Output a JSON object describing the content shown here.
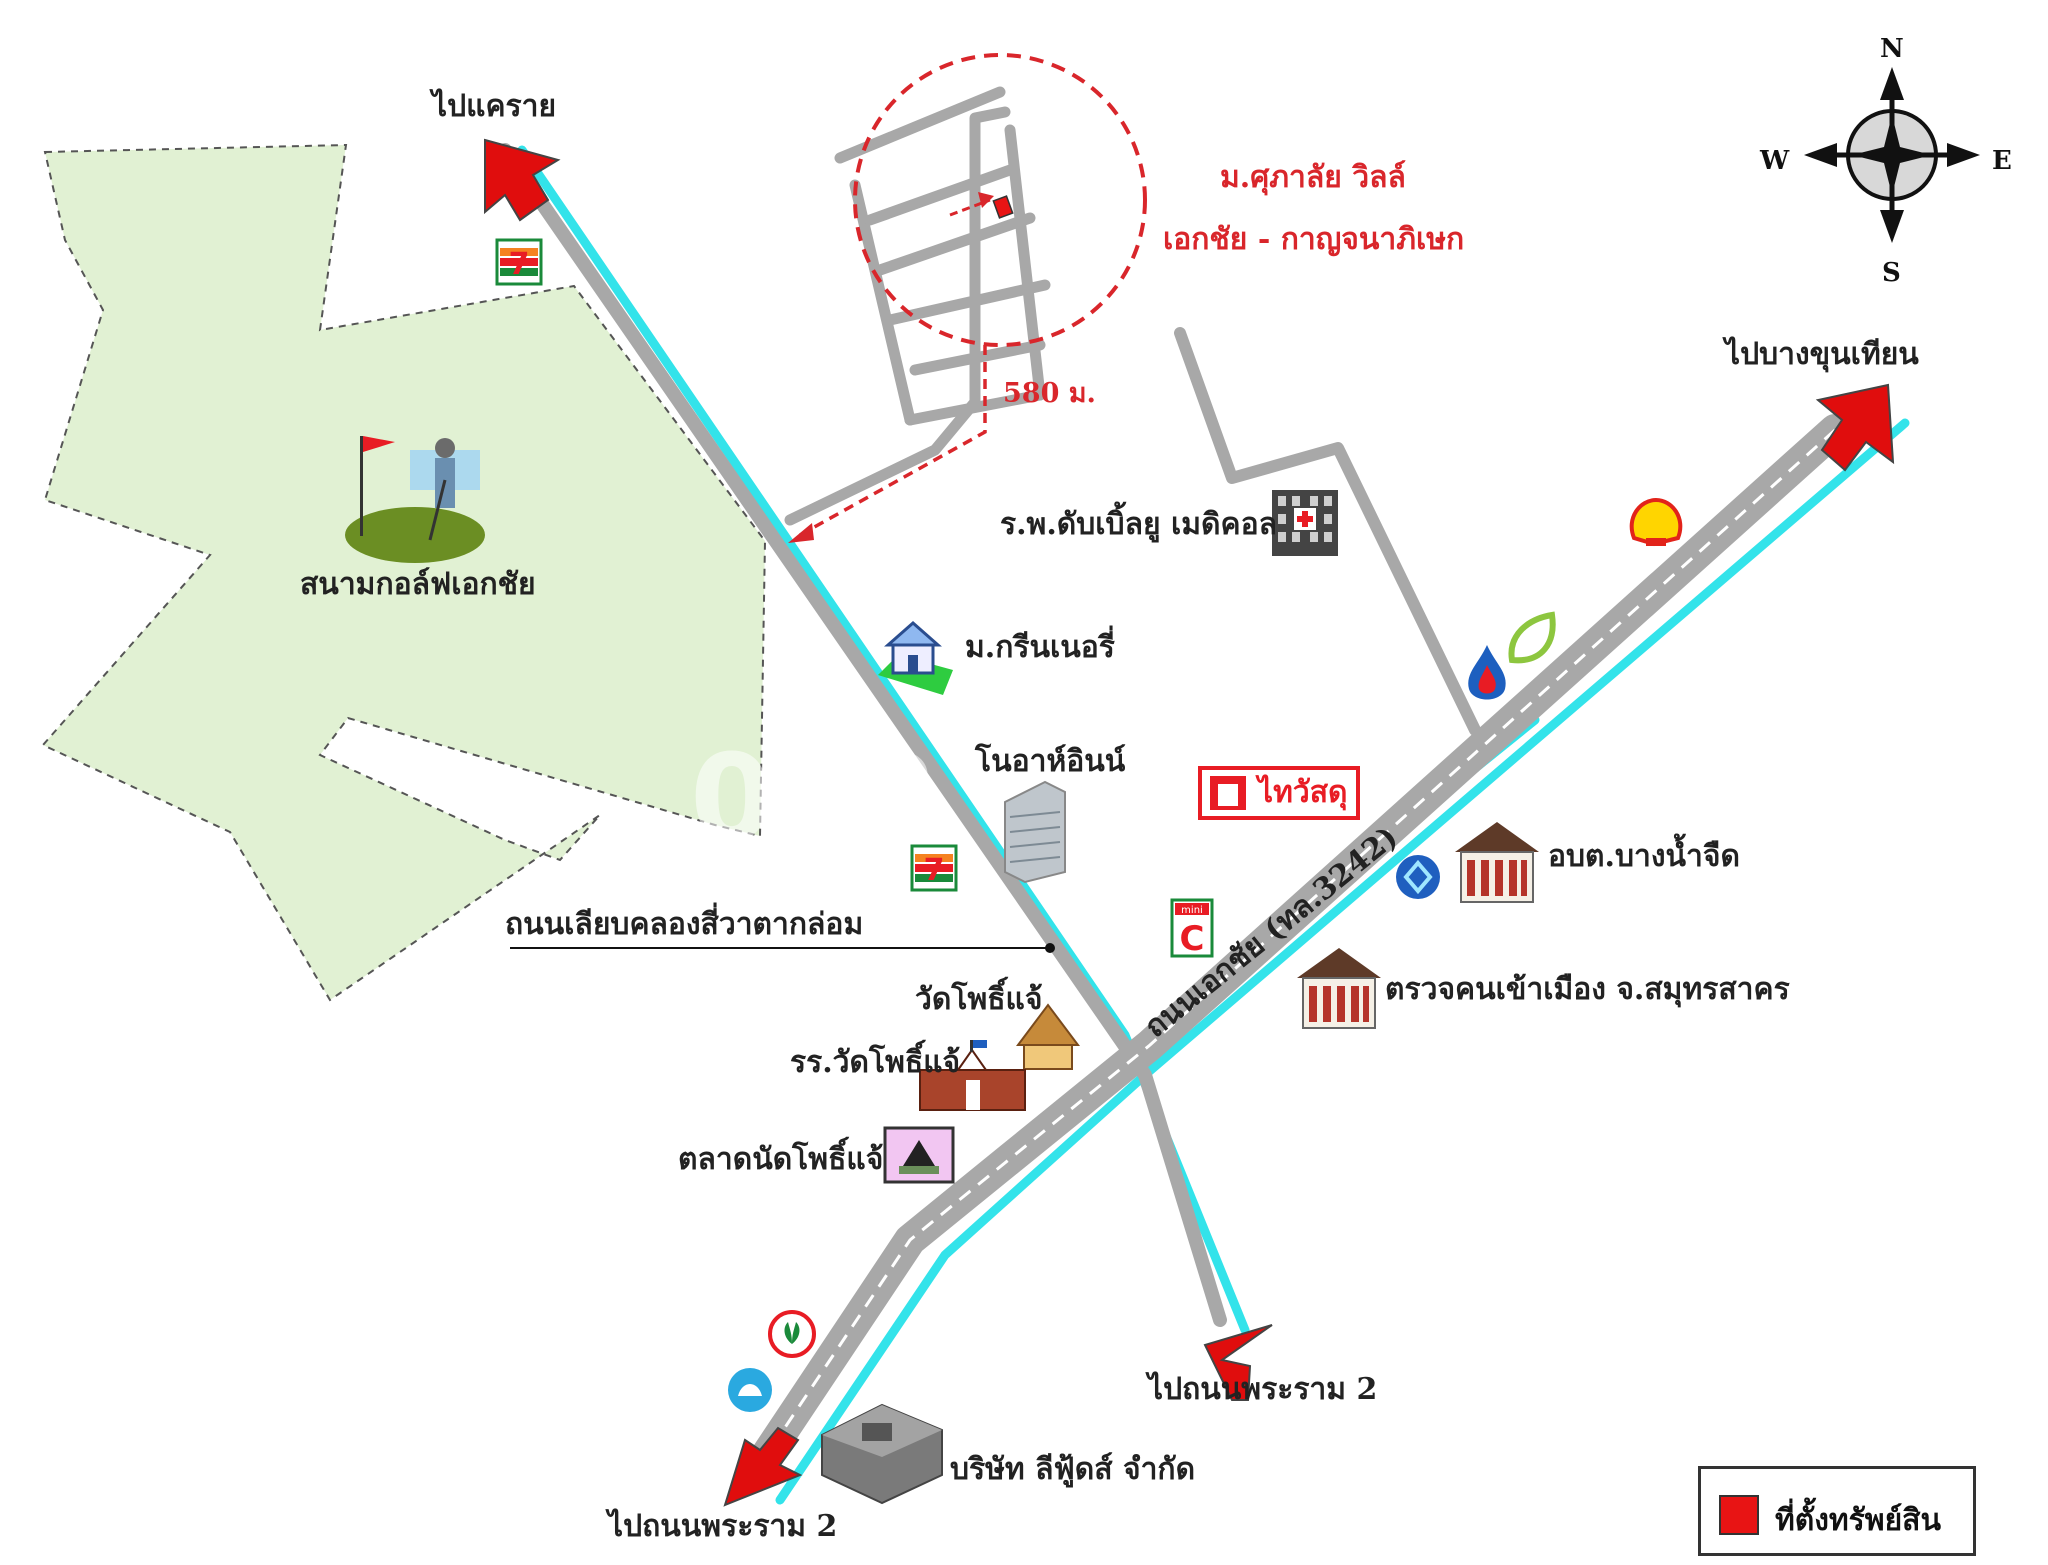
{
  "labels": {
    "to_khae_rai": "ไปแคราย",
    "village_name": "ม.ศุภาลัย วิลล์",
    "village_sub": "เอกชัย - กาญจนาภิเษก",
    "distance": "580 ม.",
    "to_bang_khun_thian": "ไปบางขุนเทียน",
    "hospital": "ร.พ.ดับเบิ้ลยู เมดิคอล",
    "golf": "สนามกอล์ฟเอกชัย",
    "green_nery": "ม.กรีนเนอรี่",
    "neo_hotel": "โนอาห์อินน์",
    "thai_watsadu": "ไทวัสดุ",
    "obt": "อบต.บางน้ำจืด",
    "canal_road": "ถนนเลียบคลองสี่วาตากล่อม",
    "main_road": "ถนนเอกชัย (ทล.3242)",
    "immigration": "ตรวจคนเข้าเมือง จ.สมุทรสาคร",
    "wat": "วัดโพธิ์แจ้",
    "school": "รร.วัดโพธิ์แจ้",
    "market": "ตลาดนัดโพธิ์แจ้",
    "to_rama2_right": "ไปถนนพระราม 2",
    "to_rama2_left": "ไปถนนพระราม 2",
    "company": "บริษัท ลีฟู้ดส์ จำกัด",
    "mini_c": "mini"
  },
  "compass": {
    "n": "N",
    "s": "S",
    "e": "E",
    "w": "W"
  },
  "legend": {
    "text": "ที่ตั้งทรัพย์สิน"
  },
  "colors": {
    "road_gray": "#a6a6a6",
    "road_cyan": "#33e3ea",
    "arrow_red": "#e00d0d",
    "golf_green": "#e1f1d3",
    "marker_red": "#d9262b"
  },
  "icons": [
    "seven-eleven-icon",
    "golf-icon",
    "hospital-icon",
    "house-icon",
    "hotel-building-icon",
    "thai-watsadu-icon",
    "shell-icon",
    "ptt-icon",
    "bangchak-icon",
    "government-office-icon",
    "krungthai-bank-icon",
    "mini-c-icon",
    "temple-icon",
    "school-icon",
    "market-icon",
    "kasikorn-bank-icon",
    "siam-commercial-icon",
    "factory-icon"
  ]
}
